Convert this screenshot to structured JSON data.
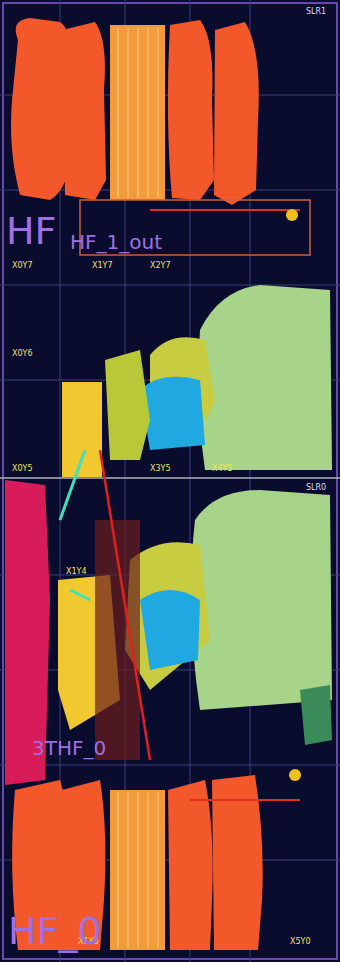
{
  "diagram": {
    "labels": [
      "SLR1",
      "HF",
      "HF_1_out",
      "X0Y7",
      "X1Y7",
      "X2Y7",
      "X0Y6",
      "X0Y5",
      "X3Y5",
      "X4Y5",
      "SLR0",
      "X1Y4",
      "3THF_0",
      "X1Y0",
      "X5Y0",
      "HF_0"
    ]
  }
}
